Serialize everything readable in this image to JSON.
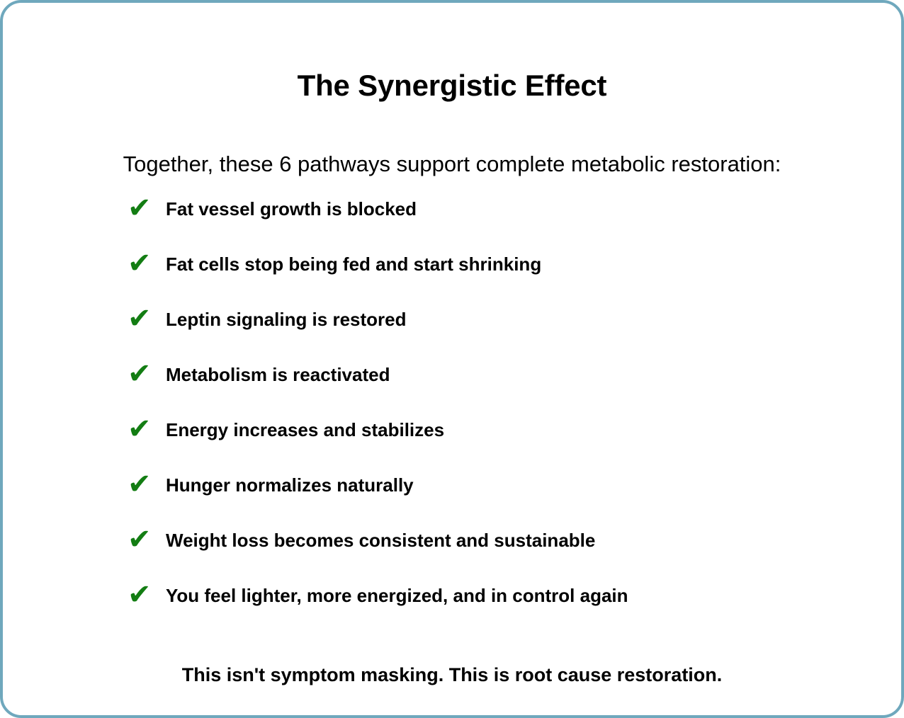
{
  "card": {
    "border_color": "#6fa8bd",
    "background_color": "#ffffff"
  },
  "header": {
    "title": "The Synergistic Effect"
  },
  "intro": {
    "text": "Together, these 6 pathways support complete metabolic restoration:"
  },
  "list": {
    "check_glyph": "✔",
    "check_color": "#137d13",
    "items": [
      {
        "icon": "check-icon",
        "label": "Fat vessel growth is blocked"
      },
      {
        "icon": "check-icon",
        "label": "Fat cells stop being fed and start shrinking"
      },
      {
        "icon": "check-icon",
        "label": "Leptin signaling is restored"
      },
      {
        "icon": "check-icon",
        "label": "Metabolism is reactivated"
      },
      {
        "icon": "check-icon",
        "label": "Energy increases and stabilizes"
      },
      {
        "icon": "check-icon",
        "label": "Hunger normalizes naturally"
      },
      {
        "icon": "check-icon",
        "label": "Weight loss becomes consistent and sustainable"
      },
      {
        "icon": "check-icon",
        "label": "You feel lighter, more energized, and in control again"
      }
    ]
  },
  "footer": {
    "text": "This isn't symptom masking. This is root cause restoration."
  }
}
